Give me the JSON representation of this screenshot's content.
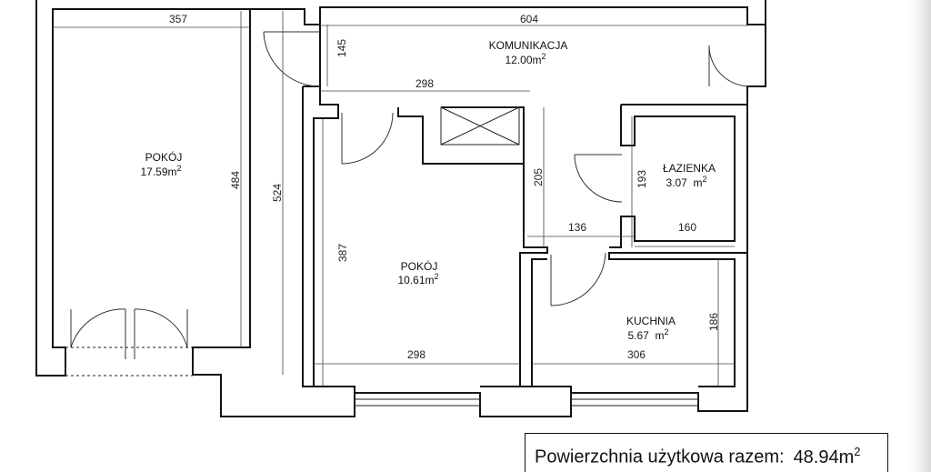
{
  "rooms": [
    {
      "name": "POKÓJ",
      "area": "17.59m",
      "sup": "2"
    },
    {
      "name": "KOMUNIKACJA",
      "area": "12.00m",
      "sup": "2"
    },
    {
      "name": "POKÓJ",
      "area": "10.61m",
      "sup": "2"
    },
    {
      "name": "ŁAZIENKA",
      "area": "3.07  m",
      "sup": "2"
    },
    {
      "name": "KUCHNIA",
      "area": "5.67  m",
      "sup": "2"
    }
  ],
  "dimensions": {
    "top_left": "357",
    "top_right": "604",
    "corridor_height": "145",
    "corridor_width": "298",
    "room1_inner_height": "484",
    "room1_height": "524",
    "room2_height": "387",
    "room2_width": "298",
    "wc_depth": "205",
    "passage_width": "136",
    "bath_height": "193",
    "bath_width": "160",
    "kitchen_height": "186",
    "kitchen_width": "306"
  },
  "summary": {
    "label": "Powierzchnia użytkowa razem:",
    "value": "48.94m",
    "sup": "2"
  }
}
